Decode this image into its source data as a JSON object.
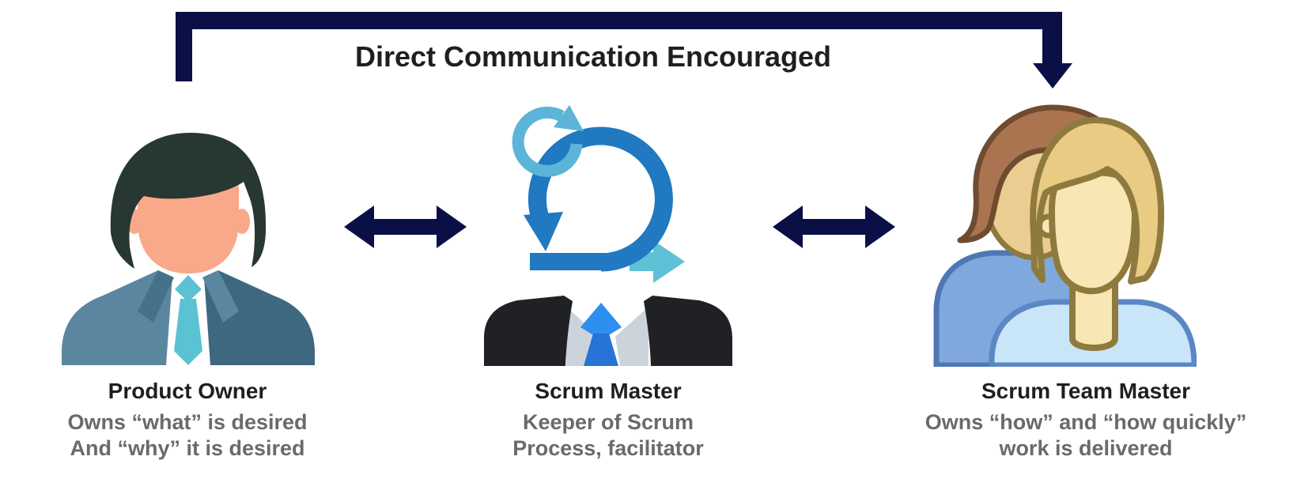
{
  "header": {
    "title": "Direct Communication Encouraged"
  },
  "connectors": {
    "top": "loop-arrow-from-product-owner-to-scrum-team",
    "left": "double-headed-arrow",
    "right": "double-headed-arrow"
  },
  "roles": [
    {
      "name": "Product Owner",
      "icon": "product-owner-avatar-icon",
      "description_lines": [
        "Owns “what” is desired",
        "And “why” it is desired"
      ]
    },
    {
      "name": "Scrum Master",
      "icon": "scrum-sprint-loop-icon",
      "description_lines": [
        "Keeper of Scrum",
        "Process, facilitator"
      ]
    },
    {
      "name": "Scrum Team Master",
      "icon": "team-avatars-icon",
      "description_lines": [
        "Owns “how” and “how quickly”",
        "work is delivered"
      ]
    }
  ],
  "colors": {
    "navy": "#0a1046",
    "ink": "#1f1f1f",
    "muted": "#6a6a6a",
    "loop-blue": "#2079c1",
    "loop-light": "#5cb5d8",
    "arrow-teal": "#5fc0d6",
    "suit-slate-light": "#5b86a0",
    "suit-slate-dark": "#3e687f",
    "skin": "#f9a88a",
    "skin-shadow": "#ed8266",
    "hair-dark": "#273731",
    "tie-teal": "#5bc2d4",
    "suit-black": "#1f2125",
    "collar-gray": "#ccd3da",
    "tie-blue": "#2e8ff0",
    "tie-blue-dark": "#2574d6",
    "team-back-blue": "#7fa8dc",
    "team-back-blue-stroke": "#4f77b5",
    "team-front-blue": "#c9e6f9",
    "team-front-blue-stroke": "#5c87c5",
    "team-hair-brown": "#a9744f",
    "team-hair-brown-stroke": "#6f4b30",
    "team-gold": "#8f7a3e",
    "team-hair-gold": "#eacb84",
    "team-skin": "#f8e6b4",
    "team-skin-back": "#ebcd92"
  }
}
